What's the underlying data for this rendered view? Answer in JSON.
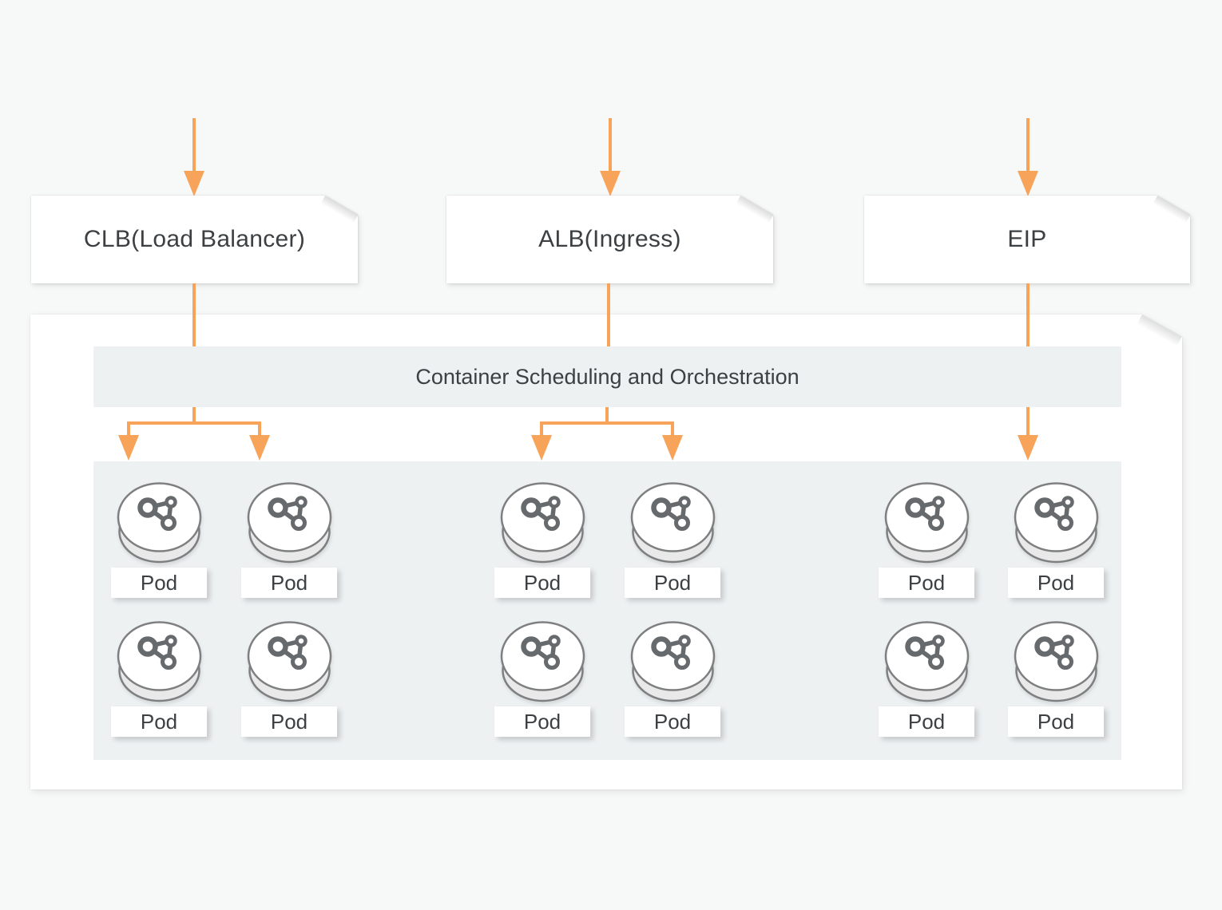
{
  "diagram": {
    "top_nodes": [
      {
        "label": "CLB(Load Balancer)"
      },
      {
        "label": "ALB(Ingress)"
      },
      {
        "label": "EIP"
      }
    ],
    "cluster": {
      "header": "Container Scheduling and Orchestration",
      "pod_groups": [
        {
          "linked_to": "CLB(Load Balancer)",
          "pods": [
            "Pod",
            "Pod",
            "Pod",
            "Pod"
          ]
        },
        {
          "linked_to": "ALB(Ingress)",
          "pods": [
            "Pod",
            "Pod",
            "Pod",
            "Pod"
          ]
        },
        {
          "linked_to": "EIP",
          "pods": [
            "Pod",
            "Pod",
            "Pod",
            "Pod"
          ]
        }
      ]
    },
    "colors": {
      "accent_orange": "#F7A45A",
      "panel_background": "#EDF1F2",
      "node_background": "#FFFFFF",
      "page_background": "#F7F8F8",
      "text": "#3C4043",
      "pod_icon_stroke": "#666A6C",
      "cylinder_stroke": "#7D7F80",
      "cylinder_side": "#E9E9E9"
    }
  }
}
